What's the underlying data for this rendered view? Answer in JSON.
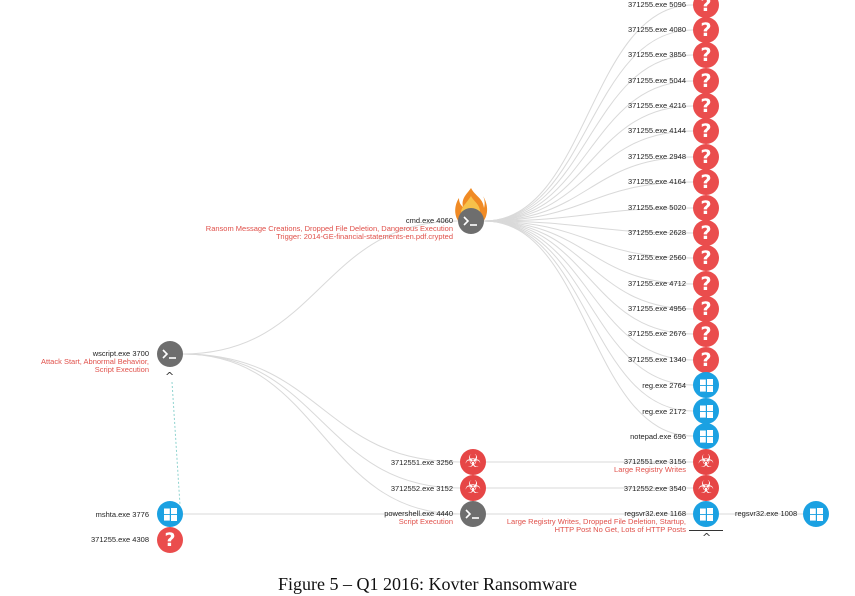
{
  "caption": "Figure 5 – Q1 2016: Kovter Ransomware",
  "nodes": {
    "wscript": {
      "label": "wscript.exe 3700",
      "sub1": "Attack Start, Abnormal Behavior,",
      "sub2": "Script Execution"
    },
    "mshta": {
      "label": "mshta.exe 3776"
    },
    "n371255_4308": {
      "label": "371255.exe 4308"
    },
    "cmd": {
      "label": "cmd.exe 4060",
      "sub1": "Ransom Message Creations, Dropped File Deletion, Dangerous Execution",
      "sub2": "Trigger: 2014-GE-financial-statements-en.pdf.crypted"
    },
    "n3712551_3256": {
      "label": "3712551.exe 3256"
    },
    "n3712552_3152": {
      "label": "3712552.exe 3152"
    },
    "powershell": {
      "label": "powershell.exe 4440",
      "sub1": "Script Execution"
    },
    "regsvr32_1168": {
      "label": "regsvr32.exe 1168",
      "sub1": "Large Registry Writes, Dropped File Deletion, Startup,",
      "sub2": "HTTP Post No Get, Lots of HTTP Posts"
    },
    "regsvr32_1008": {
      "label": "regsvr32.exe 1008"
    },
    "n3712551_3156": {
      "label": "3712551.exe 3156",
      "sub1": "Large Registry Writes"
    },
    "n3712552_3540": {
      "label": "3712552.exe 3540"
    },
    "notepad": {
      "label": "notepad.exe 696"
    },
    "reg2172": {
      "label": "reg.exe 2172"
    },
    "reg2764": {
      "label": "reg.exe 2764"
    }
  },
  "column_unknown": [
    "371255.exe 5096",
    "371255.exe 4080",
    "371255.exe 3856",
    "371255.exe 5044",
    "371255.exe 4216",
    "371255.exe 4144",
    "371255.exe 2948",
    "371255.exe 4164",
    "371255.exe 5020",
    "371255.exe 2628",
    "371255.exe 2560",
    "371255.exe 4712",
    "371255.exe 4956",
    "371255.exe 2676",
    "371255.exe 1340"
  ],
  "icons": {
    "unknown": "question-mark-icon",
    "windows": "windows-logo-icon",
    "shell": "terminal-prompt-icon",
    "biohazard": "biohazard-icon",
    "flame": "flame-icon"
  },
  "colors": {
    "unknown": "#ea4d4d",
    "windows": "#1ba1e2",
    "shell": "#6e6e6e",
    "alert_text": "#e0504a",
    "edge": "#d6d6d6"
  }
}
